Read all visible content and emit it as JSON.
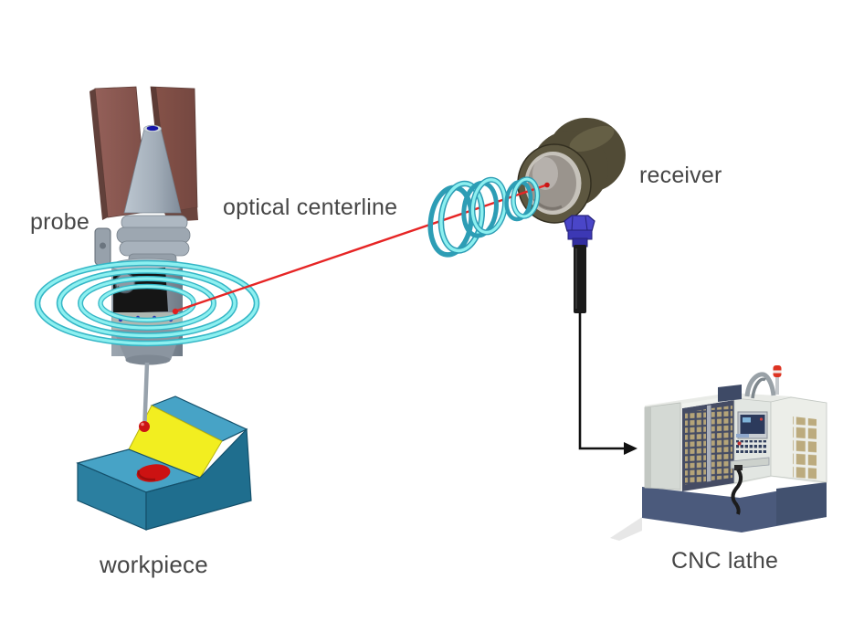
{
  "diagram": {
    "labels": {
      "probe": "probe",
      "optical_centerline": "optical centerline",
      "receiver": "receiver",
      "workpiece": "workpiece",
      "cnc_lathe": "CNC lathe"
    },
    "colors": {
      "label_text": "#464646",
      "laser_red": "#e62525",
      "ring_cyan_light": "#8df0f0",
      "ring_cyan_dark": "#35b6c6",
      "workpiece_top": "#47a3c6",
      "workpiece_left_face": "#2b7fa0",
      "workpiece_right_face": "#1f6e8e",
      "workpiece_ramp_yellow": "#f2ee20",
      "workpiece_red_spot": "#cc1212",
      "probe_clamp_brown": "#8a5a52",
      "probe_metal_gray": "#9aa4ae",
      "probe_panel_black": "#151515",
      "receiver_body_olive": "#514b36",
      "receiver_lens_gray": "#9a948d",
      "connector_blue": "#4a46c8",
      "cable_black": "#1a1a1a",
      "machine_body_white": "#e9ebe7",
      "machine_base_navy": "#4b5a7c",
      "machine_door_navy": "#454c64",
      "machine_window_tan": "#b5a478",
      "beacon_red": "#dd3322"
    }
  }
}
